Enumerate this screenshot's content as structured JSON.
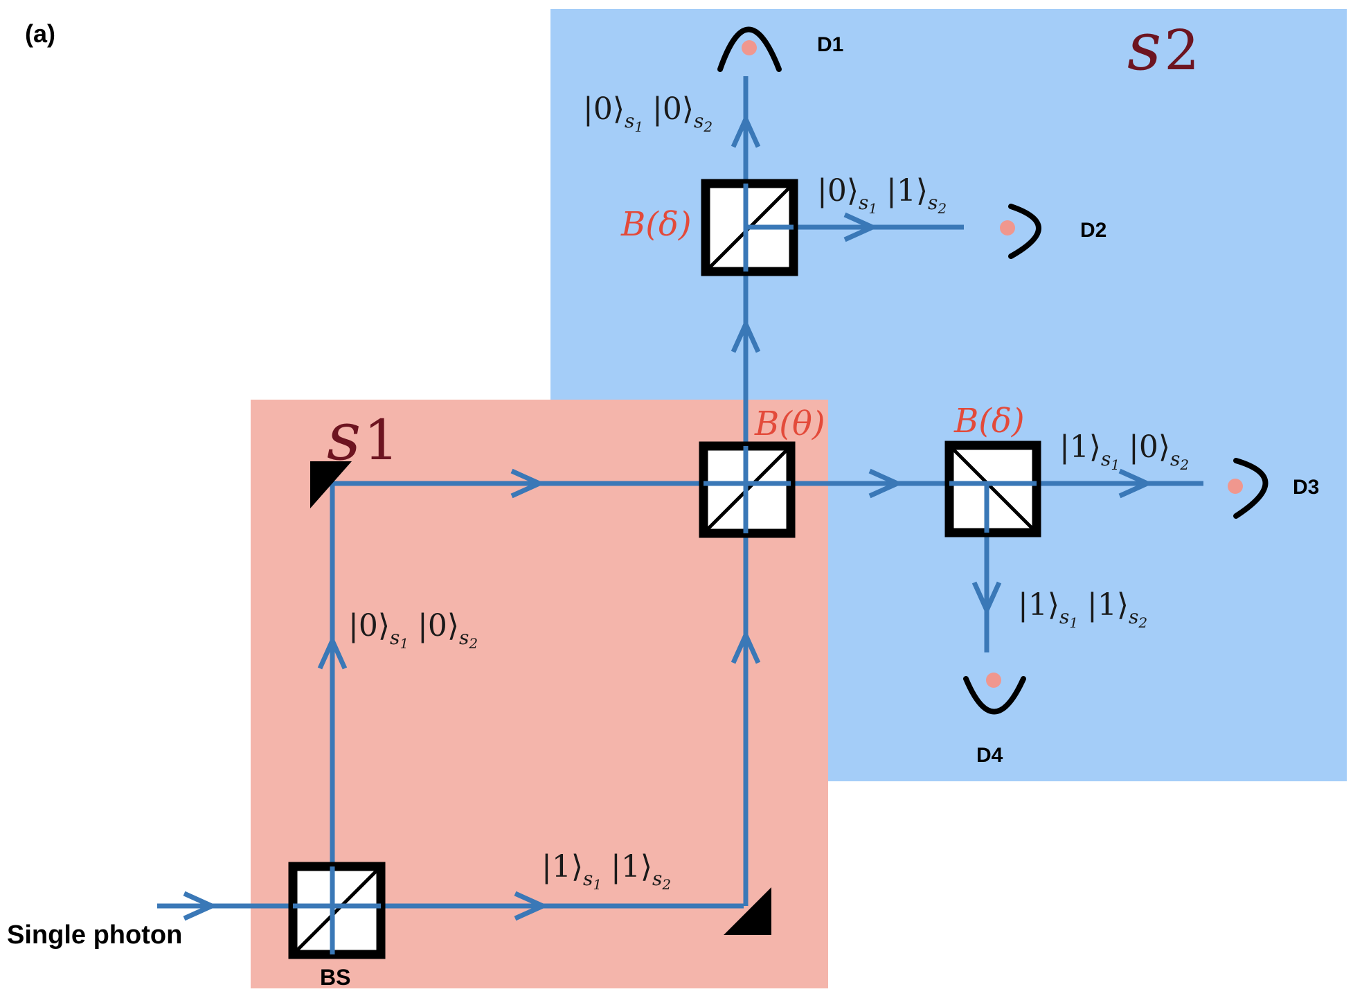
{
  "figure": {
    "panel_label": "(a)",
    "input_label": "Single photon",
    "region_s1": {
      "letter": "s",
      "index": "1",
      "color": "#f4b5ab"
    },
    "region_s2": {
      "letter": "s",
      "index": "2",
      "color": "#a4cdf8"
    },
    "beam_color": "#3a78b7",
    "detector_dot_color": "#f0978e",
    "devices": {
      "bs": "BS",
      "b_theta": "B(θ)",
      "b_delta_top": "B(δ)",
      "b_delta_right": "B(δ)"
    },
    "detectors": {
      "d1": "D1",
      "d2": "D2",
      "d3": "D3",
      "d4": "D4"
    },
    "states": {
      "s1_upper": [
        "0",
        "0"
      ],
      "s1_lower": [
        "1",
        "1"
      ],
      "to_d1": [
        "0",
        "0"
      ],
      "to_d2": [
        "0",
        "1"
      ],
      "to_d3": [
        "1",
        "0"
      ],
      "to_d4": [
        "1",
        "1"
      ]
    }
  }
}
